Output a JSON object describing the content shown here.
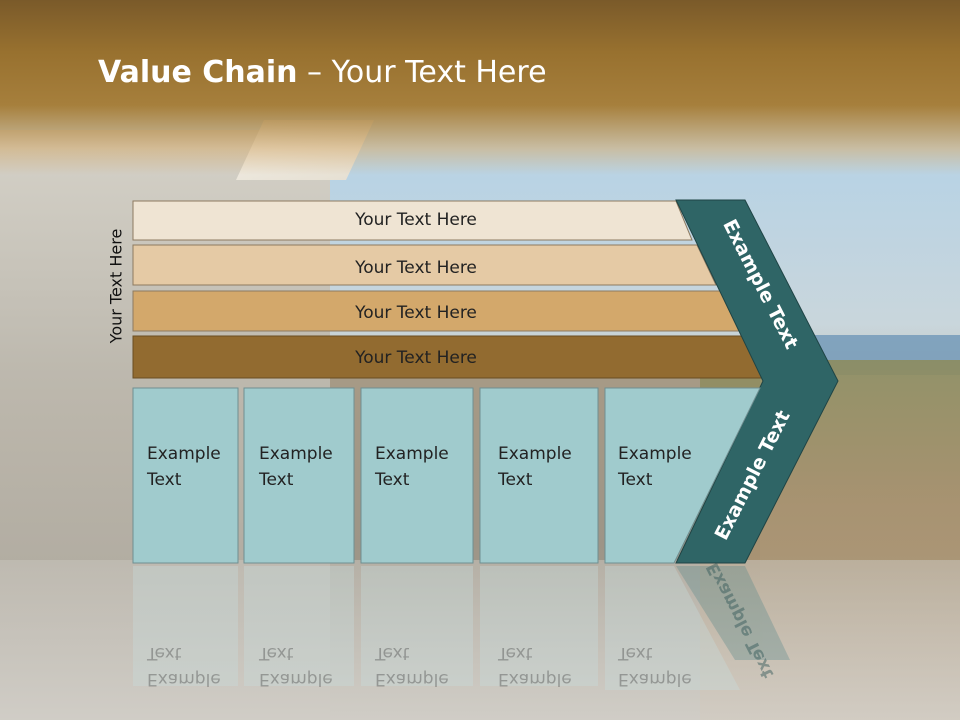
{
  "title": {
    "bold": "Value Chain",
    "rest": " – Your Text Here"
  },
  "side_label": "Your Text Here",
  "bars": [
    {
      "label": "Your Text Here",
      "color": "#efe4d3"
    },
    {
      "label": "Your Text Here",
      "color": "#e5caa5"
    },
    {
      "label": "Your Text Here",
      "color": "#d3a86b"
    },
    {
      "label": "Your Text Here",
      "color": "#926b30"
    }
  ],
  "boxes": [
    {
      "line1": "Example",
      "line2": "Text"
    },
    {
      "line1": "Example",
      "line2": "Text"
    },
    {
      "line1": "Example",
      "line2": "Text"
    },
    {
      "line1": "Example",
      "line2": "Text"
    },
    {
      "line1": "Example",
      "line2": "Text"
    }
  ],
  "arrow_top_label": "Example Text",
  "arrow_bottom_label": "Example Text",
  "colors": {
    "box_fill": "#a0cbcd",
    "arrow_fill": "#2f6566",
    "title_band": "#98712f"
  }
}
